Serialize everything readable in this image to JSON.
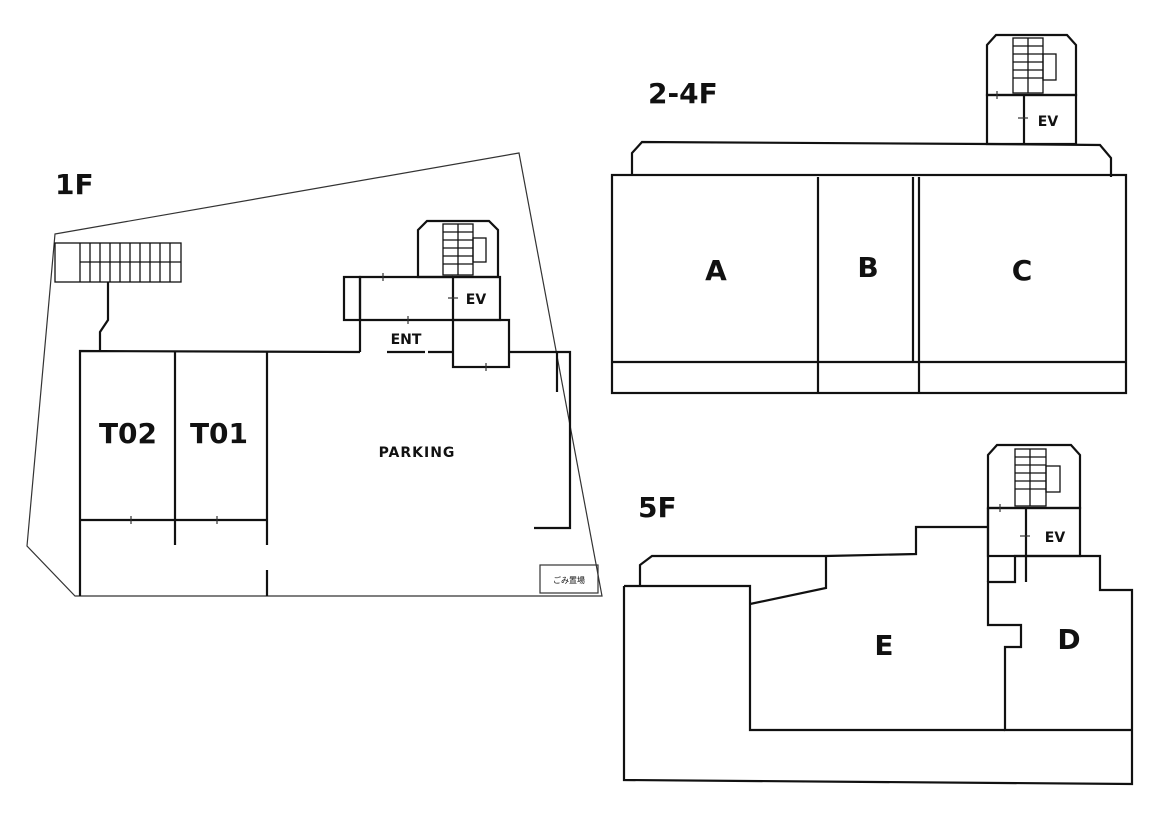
{
  "floors": {
    "f1": {
      "label": "1F",
      "units": {
        "t02": "T02",
        "t01": "T01"
      },
      "parking": "PARKING",
      "entrance": "ENT",
      "elevator": "EV",
      "garbage": "ごみ置場"
    },
    "f2_4": {
      "label": "2-4F",
      "units": {
        "a": "A",
        "b": "B",
        "c": "C"
      },
      "elevator": "EV"
    },
    "f5": {
      "label": "5F",
      "units": {
        "e": "E",
        "d": "D"
      },
      "elevator": "EV"
    }
  }
}
